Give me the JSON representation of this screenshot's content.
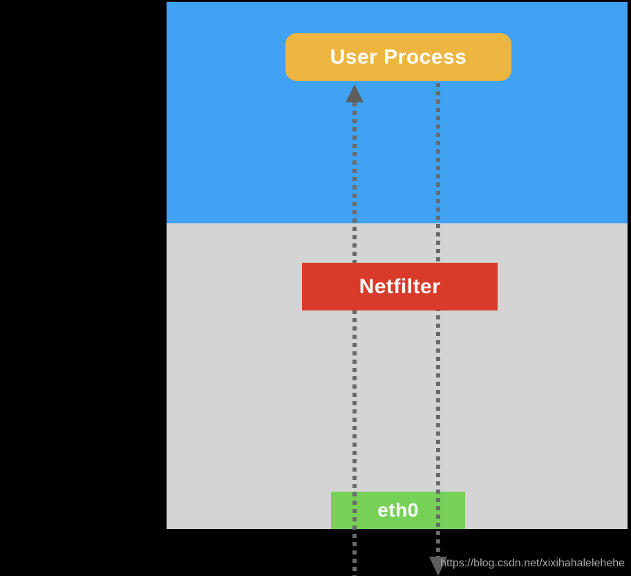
{
  "diagram": {
    "title_implied": "packet flow through netfilter",
    "regions": [
      {
        "id": "user_space",
        "color_key": "blue"
      },
      {
        "id": "kernel_space",
        "color_key": "gray"
      }
    ],
    "nodes": {
      "user_process": {
        "label": "User Process",
        "fill": "#EDB640",
        "shape": "rounded-rect"
      },
      "netfilter": {
        "label": "Netfilter",
        "fill": "#D93B2B",
        "shape": "rect"
      },
      "eth0": {
        "label": "eth0",
        "fill": "#77D158",
        "shape": "rect"
      }
    },
    "edges": [
      {
        "id": "inbound",
        "style": "dotted",
        "direction": "up",
        "from": "eth0/below-canvas",
        "to": "user_process"
      },
      {
        "id": "outbound",
        "style": "dotted",
        "direction": "down",
        "from": "user_process",
        "to": "below-canvas"
      }
    ],
    "icons": {
      "up_arrowhead": "arrow-up-icon",
      "down_arrowhead": "arrow-down-icon"
    }
  },
  "watermark": {
    "url_text": "https://blog.csdn.net/xixihahalelehehe"
  },
  "colors": {
    "black-bg": "#000000",
    "blue": "#41A1F3",
    "gray": "#D4D4D4",
    "yellow": "#EDB640",
    "red": "#D93B2B",
    "green": "#77D158",
    "dot": "#696969",
    "arrow": "#5E5E5E",
    "watermark": "#A9A9A9"
  }
}
